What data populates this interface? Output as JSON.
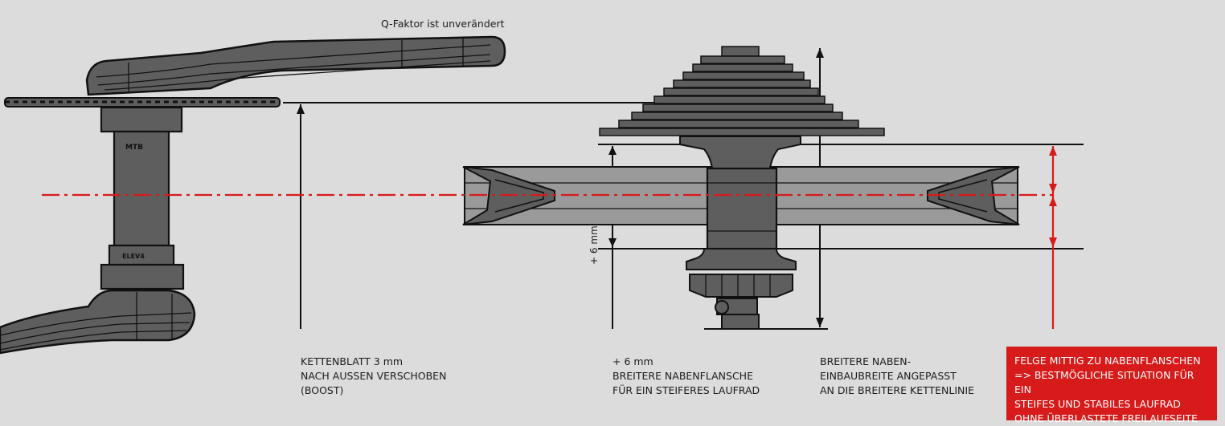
{
  "labels": {
    "q_factor": "Q-Faktor ist unverändert",
    "chainring": "KETTENBLATT  3 mm\nNACH AUSSEN VERSCHOBEN\n(BOOST)",
    "flange": "+ 6 mm\nBREITERE NABENFLANSCHE\nFÜR EIN STEIFERES LAUFRAD",
    "hub_width": "BREITERE NABEN-\nEINBAUBREITE ANGEPASST\nAN DIE BREITERE KETTENLINIE",
    "rim_centered": "FELGE MITTIG ZU NABENFLANSCHEN\n=> BESTMÖGLICHE SITUATION FÜR EIN\n    STEIFES UND STABILES LAUFRAD\n    OHNE ÜBERLASTETE FREILAUFSEITE",
    "dimension_6mm": "+ 6 mm",
    "bb_mark_top": "MTB",
    "bb_mark_bottom": "ELEV4"
  },
  "colors": {
    "background": "#dcdcdc",
    "part_fill": "#5e5e5e",
    "outline": "#111111",
    "accent_red": "#d71a1a",
    "rim_fill": "#9a9a9a"
  }
}
